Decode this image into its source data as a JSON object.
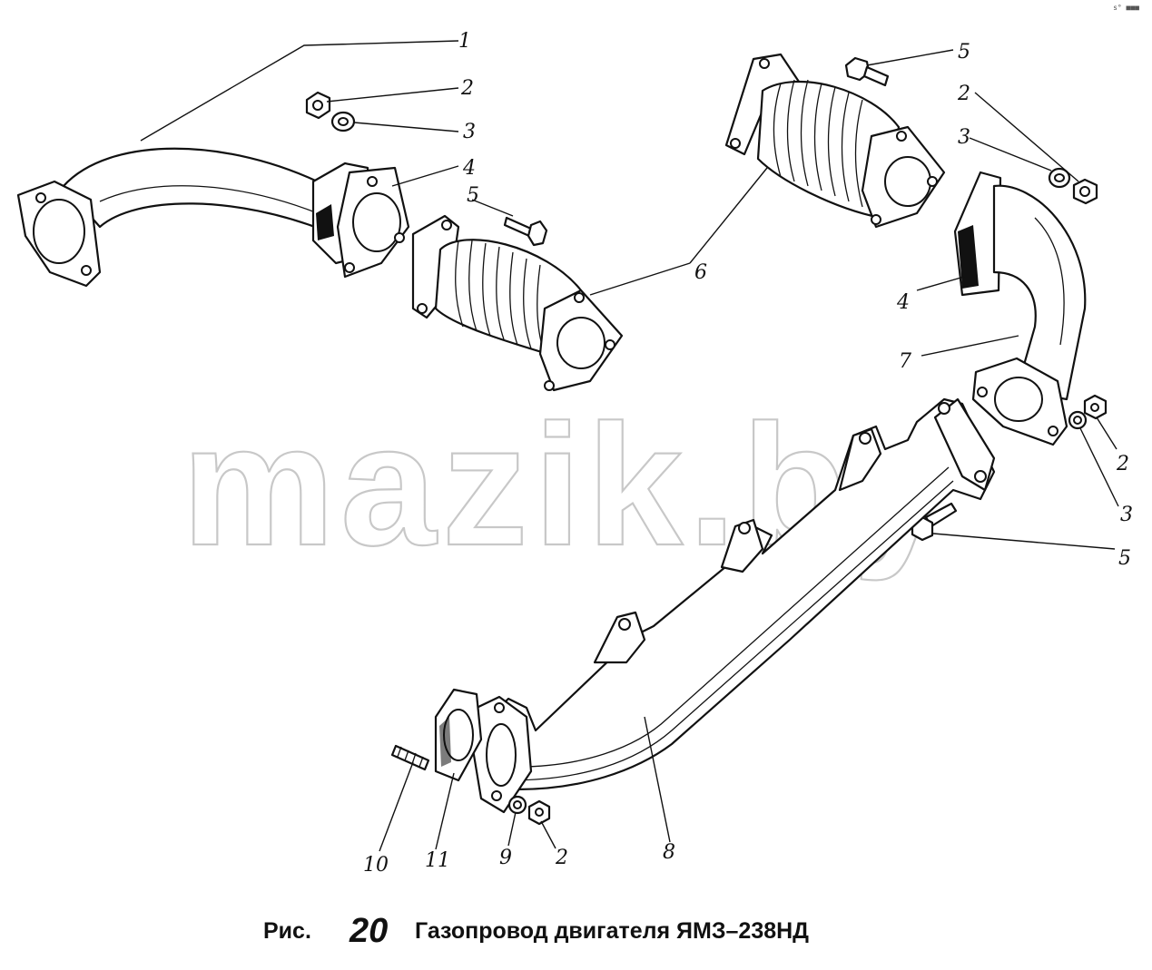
{
  "figure": {
    "caption_prefix": "Рис.",
    "caption_number": "20",
    "caption_title": "Газопровод двигателя ЯМЗ–238НД",
    "watermark": "mazik.by",
    "corner_mark": "s° ■■■"
  },
  "callouts": {
    "c1": "1",
    "c2a": "2",
    "c3a": "3",
    "c4a": "4",
    "c5a": "5",
    "c6": "6",
    "c5b": "5",
    "c2b": "2",
    "c3b": "3",
    "c4b": "4",
    "c7": "7",
    "c2c": "2",
    "c3c": "3",
    "c5c": "5",
    "c8": "8",
    "c10": "10",
    "c11": "11",
    "c9": "9",
    "c2d": "2"
  }
}
